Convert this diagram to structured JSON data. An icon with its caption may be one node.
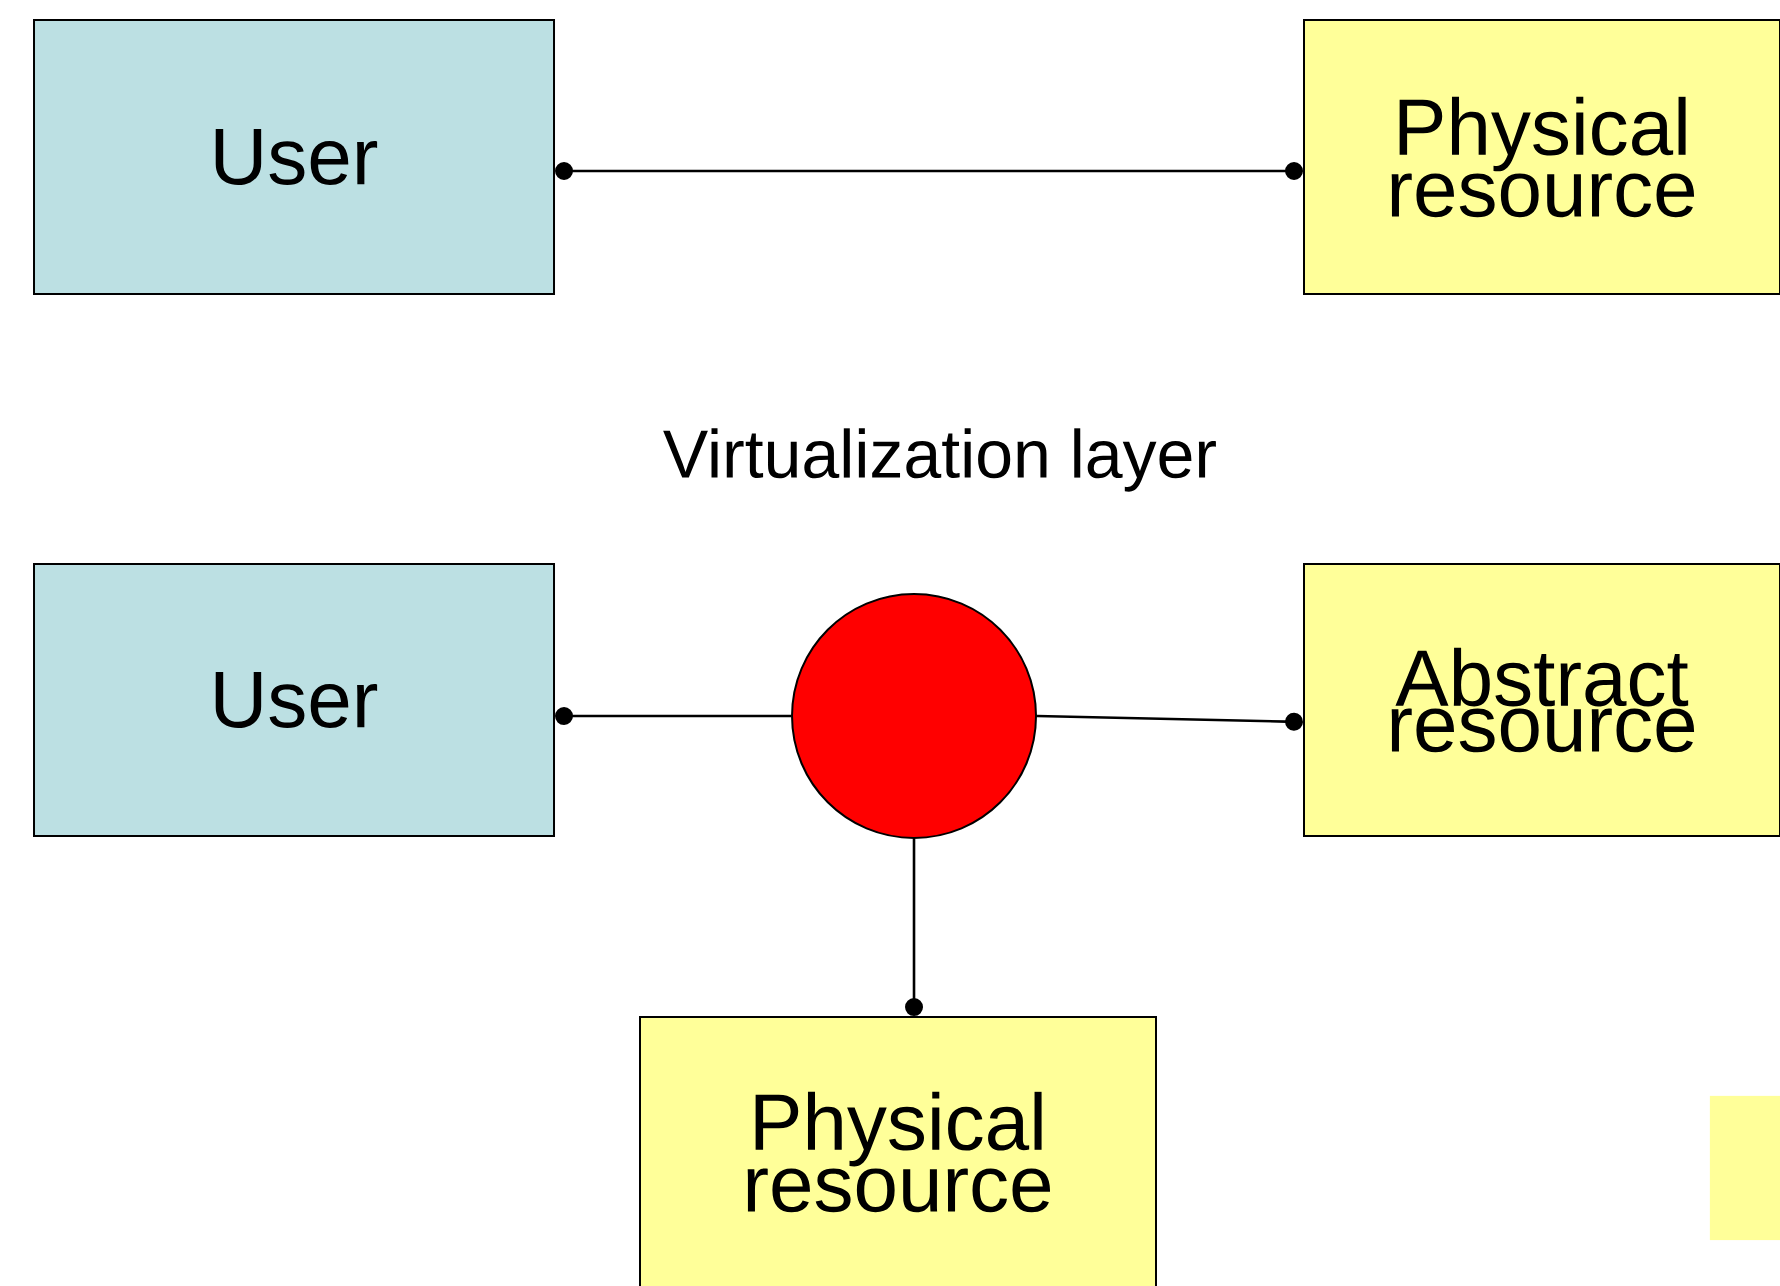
{
  "diagram": {
    "nodes": [
      {
        "text": [
          "User"
        ]
      },
      {
        "text": [
          "Physical resource"
        ]
      },
      {
        "text": [
          "User"
        ]
      },
      {
        "text": [],
        "shape": "circle"
      },
      {
        "text": [
          "Abstract resource"
        ]
      },
      {
        "text": [
          "Physical resource"
        ]
      },
      {
        "text": [],
        "shape": "box"
      }
    ],
    "edges": [
      {
        "from": 0,
        "to": 1,
        "arrow": "other"
      },
      {
        "from": 2,
        "to": 3,
        "arrow": "other"
      },
      {
        "from": 3,
        "to": 4,
        "arrow": "other"
      },
      {
        "from": 3,
        "to": 5,
        "arrow": "other"
      }
    ],
    "labels": [
      "Virtualization layer"
    ]
  }
}
